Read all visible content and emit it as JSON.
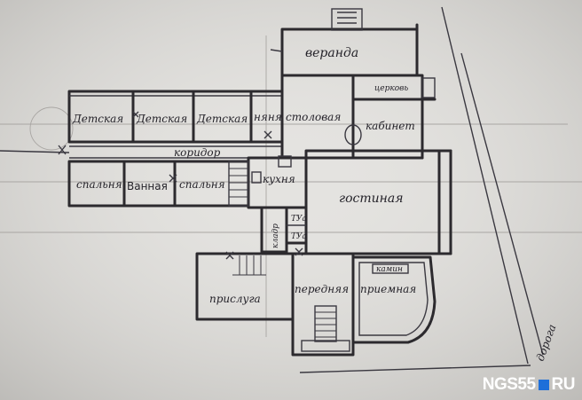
{
  "rooms": {
    "veranda": "веранда",
    "church": "церковь",
    "kids1": "Детская",
    "kids2": "Детская",
    "kids3": "Детская",
    "nanny": "няня",
    "dining": "столовая",
    "study": "кабинет",
    "corridor": "коридор",
    "bedroom1": "спальня",
    "bathroom": "Ванная",
    "bedroom2": "спальня",
    "kitchen": "кухня",
    "living": "гостиная",
    "wc1": "ТУа",
    "wc2": "ТУа",
    "pantry": "кладр",
    "servants": "прислуга",
    "hall": "передняя",
    "reception": "приемная",
    "fireplace": "камин",
    "road": "дорога"
  },
  "watermark": {
    "brand": "NGS55",
    "suffix": "RU"
  }
}
